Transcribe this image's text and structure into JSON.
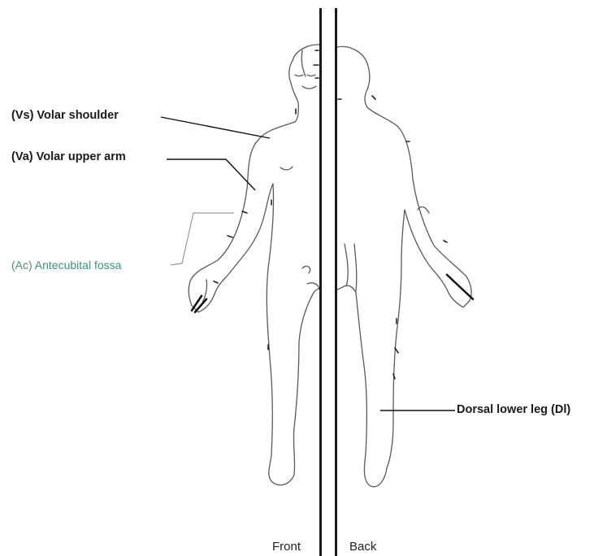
{
  "labels": {
    "volar_shoulder": "(Vs) Volar shoulder",
    "volar_upper_arm": "(Va)  Volar upper arm",
    "antecubital_fossa": "(Ac) Antecubital fossa",
    "dorsal_lower_leg": "Dorsal lower leg (Dl)"
  },
  "views": {
    "front": "Front",
    "back": "Back"
  },
  "colors": {
    "label_text": "#1a1a1a",
    "antecubital_text": "#3f8f7f",
    "outline": "#5a5a5a"
  }
}
